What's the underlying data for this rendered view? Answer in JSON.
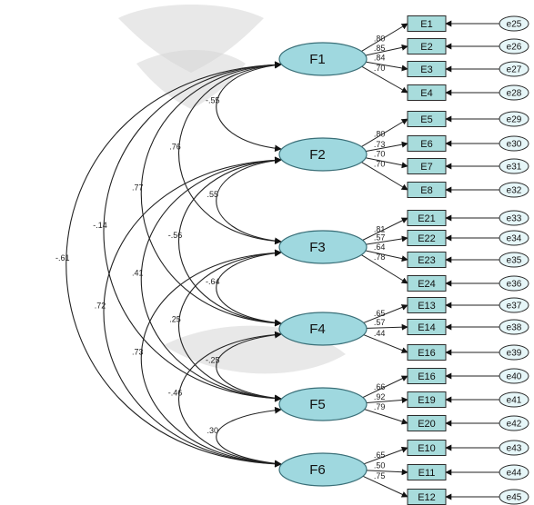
{
  "factors": [
    {
      "id": "F1",
      "label": "F1"
    },
    {
      "id": "F2",
      "label": "F2"
    },
    {
      "id": "F3",
      "label": "F3"
    },
    {
      "id": "F4",
      "label": "F4"
    },
    {
      "id": "F5",
      "label": "F5"
    },
    {
      "id": "F6",
      "label": "F6"
    }
  ],
  "indicators": [
    {
      "label": "E1",
      "factor": 0,
      "loading": ".80",
      "error": "e25"
    },
    {
      "label": "E2",
      "factor": 0,
      "loading": ".85",
      "error": "e26"
    },
    {
      "label": "E3",
      "factor": 0,
      "loading": ".84",
      "error": "e27"
    },
    {
      "label": "E4",
      "factor": 0,
      "loading": ".70",
      "error": "e28"
    },
    {
      "label": "E5",
      "factor": 1,
      "loading": ".80",
      "error": "e29"
    },
    {
      "label": "E6",
      "factor": 1,
      "loading": ".73",
      "error": "e30"
    },
    {
      "label": "E7",
      "factor": 1,
      "loading": ".70",
      "error": "e31"
    },
    {
      "label": "E8",
      "factor": 1,
      "loading": ".70",
      "error": "e32"
    },
    {
      "label": "E21",
      "factor": 2,
      "loading": ".81",
      "error": "e33"
    },
    {
      "label": "E22",
      "factor": 2,
      "loading": ".57",
      "error": "e34"
    },
    {
      "label": "E23",
      "factor": 2,
      "loading": ".64",
      "error": "e35"
    },
    {
      "label": "E24",
      "factor": 2,
      "loading": ".78",
      "error": "e36"
    },
    {
      "label": "E13",
      "factor": 3,
      "loading": ".65",
      "error": "e37"
    },
    {
      "label": "E14",
      "factor": 3,
      "loading": ".57",
      "error": "e38"
    },
    {
      "label": "E16",
      "factor": 3,
      "loading": ".44",
      "error": "e39"
    },
    {
      "label": "E16",
      "factor": 4,
      "loading": ".66",
      "error": "e40"
    },
    {
      "label": "E19",
      "factor": 4,
      "loading": ".92",
      "error": "e41"
    },
    {
      "label": "E20",
      "factor": 4,
      "loading": ".79",
      "error": "e42"
    },
    {
      "label": "E10",
      "factor": 5,
      "loading": ".65",
      "error": "e43"
    },
    {
      "label": "E11",
      "factor": 5,
      "loading": ".50",
      "error": "e44"
    },
    {
      "label": "E12",
      "factor": 5,
      "loading": ".75",
      "error": "e45"
    }
  ],
  "correlations": [
    {
      "from": 0,
      "to": 1,
      "value": "-.55"
    },
    {
      "from": 1,
      "to": 2,
      "value": ".55"
    },
    {
      "from": 2,
      "to": 3,
      "value": "-.64"
    },
    {
      "from": 3,
      "to": 4,
      "value": "-.25"
    },
    {
      "from": 4,
      "to": 5,
      "value": ".30"
    },
    {
      "from": 0,
      "to": 2,
      "value": ".76"
    },
    {
      "from": 1,
      "to": 3,
      "value": "-.56"
    },
    {
      "from": 2,
      "to": 4,
      "value": ".25"
    },
    {
      "from": 3,
      "to": 5,
      "value": "-.46"
    },
    {
      "from": 0,
      "to": 3,
      "value": ".77"
    },
    {
      "from": 1,
      "to": 4,
      "value": ".41"
    },
    {
      "from": 2,
      "to": 5,
      "value": ".73"
    },
    {
      "from": 0,
      "to": 4,
      "value": "-.14"
    },
    {
      "from": 1,
      "to": 5,
      "value": ".72"
    },
    {
      "from": 0,
      "to": 5,
      "value": "-.61"
    }
  ]
}
